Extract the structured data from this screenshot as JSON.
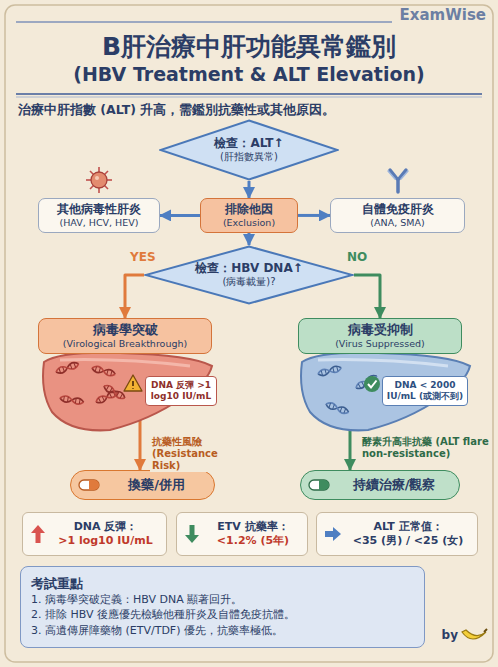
{
  "diagram": {
    "title": "B肝治療中肝功能異常鑑別",
    "nodes": [
      {
        "text": [
          "檢查：ALT↑",
          "(肝指數異常)"
        ]
      },
      {
        "text": [
          "其他病毒性肝炎",
          "(HAV, HCV, HEV)"
        ]
      },
      {
        "text": [
          "排除他因",
          "(Exclusion)"
        ]
      },
      {
        "text": [
          "自體免疫肝炎",
          "(ANA, SMA)"
        ]
      },
      {
        "text": [
          "檢查：HBV DNA↑",
          "(病毒載量)?"
        ]
      },
      {
        "text": [
          "病毒學突破",
          "(Virological Breakthrough)"
        ]
      },
      {
        "text": [
          "病毒受抑制",
          "(Virus Suppressed)"
        ]
      },
      {
        "text": [
          "DNA 反彈 >1 log10 IU/mL"
        ]
      },
      {
        "text": [
          "DNA < 2000 IU/mL (或測不到)"
        ]
      },
      {
        "text": [
          "換藥/併用"
        ]
      },
      {
        "text": [
          "持續治療/觀察"
        ]
      },
      {
        "text": [
          "DNA 反彈：",
          ">1 log10 IU/mL"
        ]
      },
      {
        "text": [
          "ETV 抗藥率：",
          "<1.2% (5年)"
        ]
      },
      {
        "text": [
          "ALT 正常值：",
          "<35 (男) / <25 (女)"
        ]
      },
      {
        "text": [
          "考試重點",
          "1. 病毒學突破定義：HBV DNA 顯著回升。",
          "2. 排除 HBV 後應優先檢驗他種肝炎及自體免疫抗體。",
          "3. 高遺傳屏障藥物 (ETV/TDF) 優先，抗藥率極低。"
        ]
      }
    ],
    "edges": [
      {
        "from": 0,
        "to": 2,
        "arrow": "to"
      },
      {
        "from": 2,
        "to": 1,
        "arrow": "to"
      },
      {
        "from": 2,
        "to": 3,
        "arrow": "to"
      },
      {
        "from": 2,
        "to": 4,
        "arrow": "to"
      },
      {
        "from": 4,
        "to": 5,
        "label": "YES",
        "arrow": "to"
      },
      {
        "from": 4,
        "to": 6,
        "label": "NO",
        "arrow": "to"
      },
      {
        "from": 5,
        "to": 9,
        "label": "抗藥性風險 (Resistance Risk)",
        "arrow": "to"
      },
      {
        "from": 6,
        "to": 10,
        "label": "酵素升高非抗藥 (ALT flare non-resistance)",
        "arrow": "to"
      }
    ],
    "labels": [
      "ExamWise",
      "(HBV Treatment & ALT Elevation)",
      "治療中肝指數 (ALT) 升高，需鑑別抗藥性或其他原因。",
      "by"
    ]
  }
}
